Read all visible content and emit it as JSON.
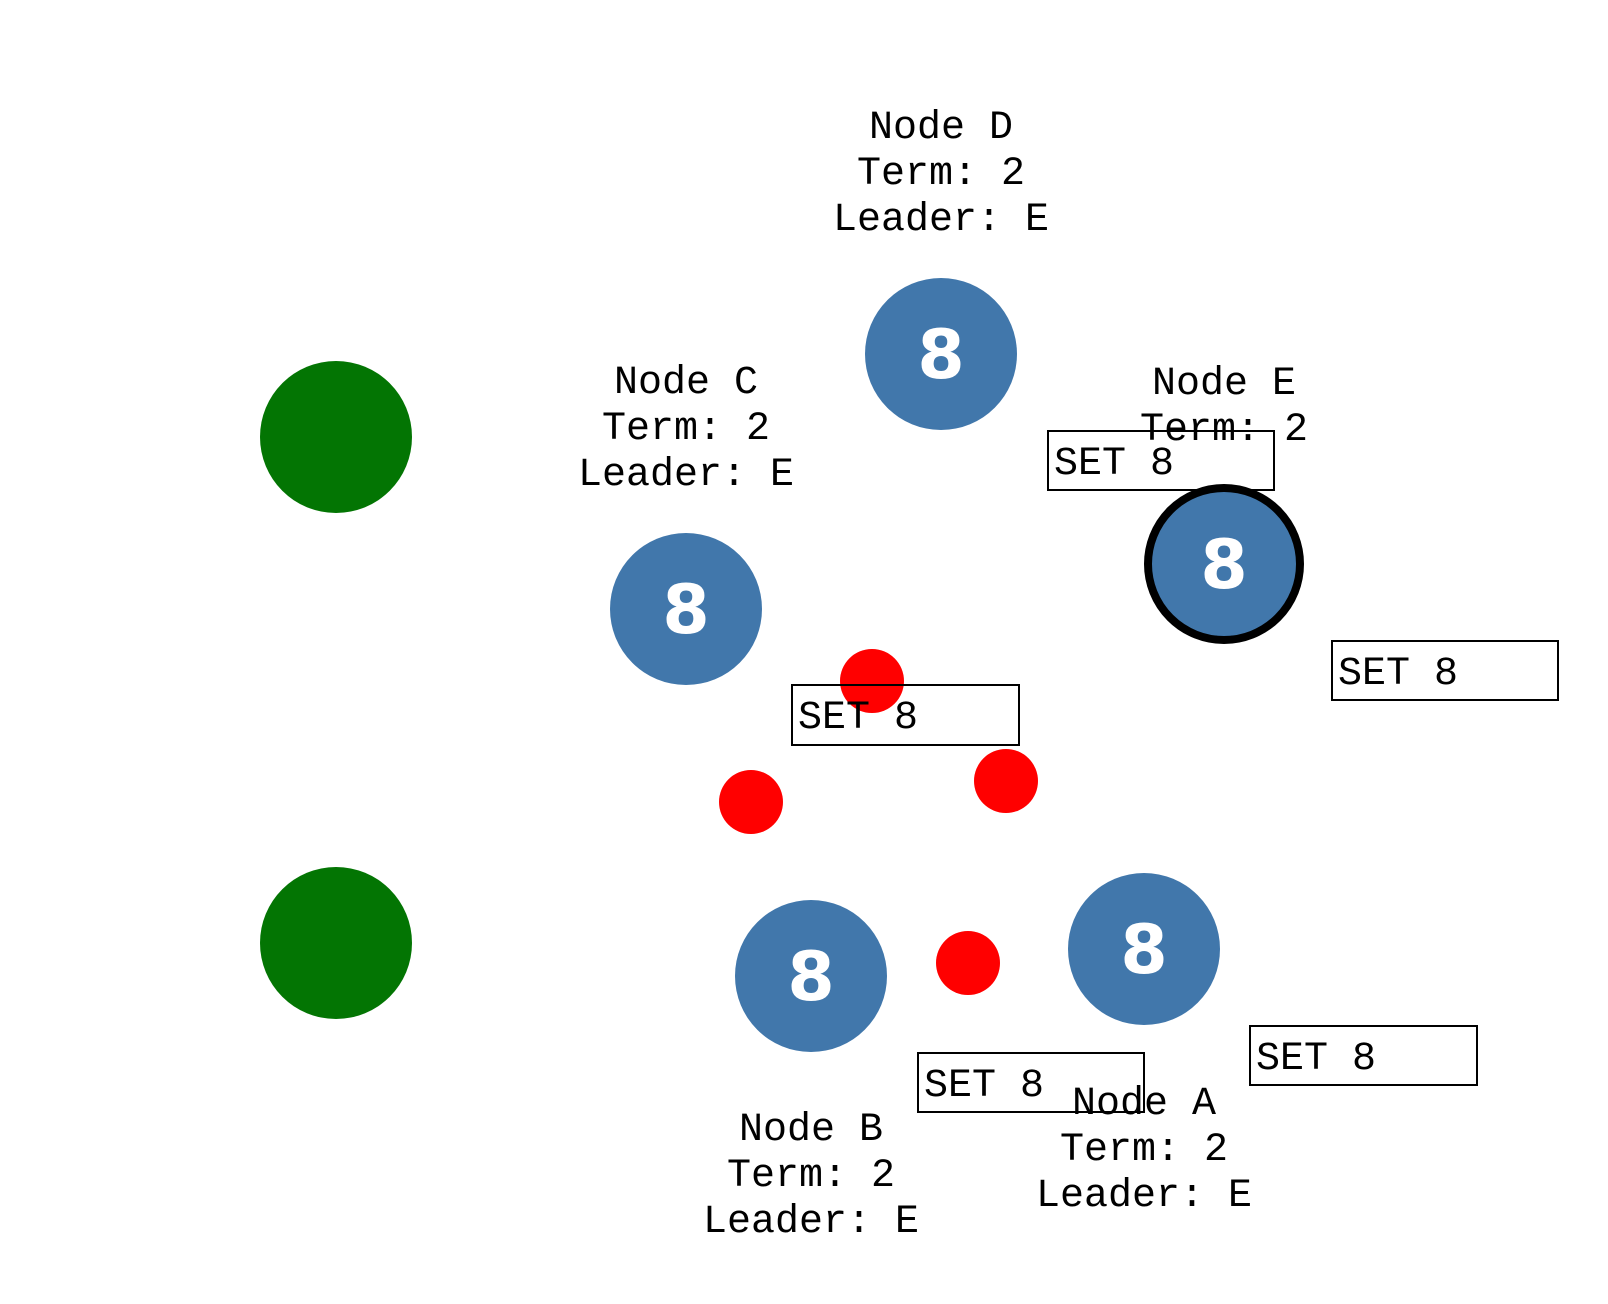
{
  "colors": {
    "node_fill": "#4177ab",
    "node_text": "#ffffff",
    "leader_stroke": "#000000",
    "client_fill": "#037503",
    "message_fill": "#ff0000",
    "label_text": "#000000",
    "box_stroke": "#000000",
    "background": "#ffffff"
  },
  "nodes": [
    {
      "id": "A",
      "value": "8",
      "name": "Node A",
      "term": "Term: 2",
      "leader": "Leader: E",
      "is_leader": false
    },
    {
      "id": "B",
      "value": "8",
      "name": "Node B",
      "term": "Term: 2",
      "leader": "Leader: E",
      "is_leader": false
    },
    {
      "id": "C",
      "value": "8",
      "name": "Node C",
      "term": "Term: 2",
      "leader": "Leader: E",
      "is_leader": false
    },
    {
      "id": "D",
      "value": "8",
      "name": "Node D",
      "term": "Term: 2",
      "leader": "Leader: E",
      "is_leader": false
    },
    {
      "id": "E",
      "value": "8",
      "name": "Node E",
      "term": "Term: 2",
      "leader": "",
      "is_leader": true
    }
  ],
  "clients": [
    {
      "id": "client-1"
    },
    {
      "id": "client-2"
    }
  ],
  "messages": [
    {
      "id": "m1"
    },
    {
      "id": "m2"
    },
    {
      "id": "m3"
    },
    {
      "id": "m4"
    }
  ],
  "log_entries": [
    {
      "id": "e-node-e",
      "text": "SET 8"
    },
    {
      "id": "e-node-c",
      "text": "SET 8"
    },
    {
      "id": "e-right",
      "text": "SET 8"
    },
    {
      "id": "e-node-a",
      "text": "SET 8"
    },
    {
      "id": "e-node-b",
      "text": "SET 8"
    }
  ]
}
